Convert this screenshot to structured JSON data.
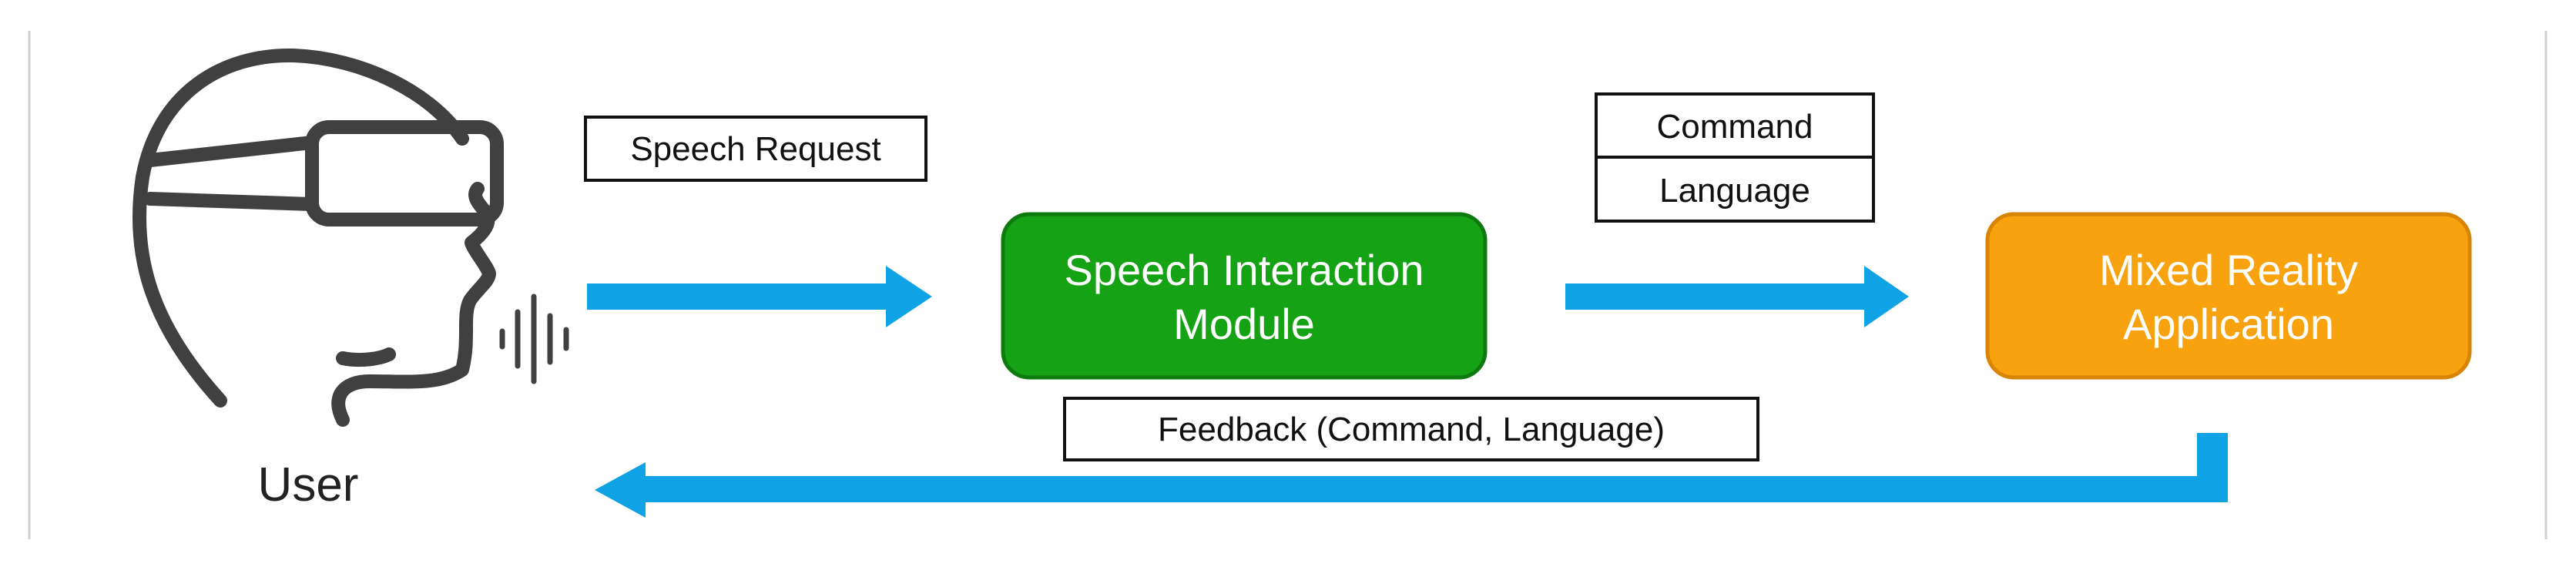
{
  "user": {
    "label": "User"
  },
  "nodes": {
    "speech_module": {
      "line1": "Speech Interaction",
      "line2": "Module"
    },
    "mr_app": {
      "line1": "Mixed Reality",
      "line2": "Application"
    }
  },
  "labels": {
    "speech_request": "Speech Request",
    "command": "Command",
    "language": "Language",
    "feedback": "Feedback (Command, Language)"
  },
  "colors": {
    "speech_module_fill": "#16a215",
    "speech_module_border": "#0d7a0d",
    "mr_app_fill": "#f8a20f",
    "mr_app_border": "#d88405",
    "arrow": "#0fa3e6",
    "head_outline": "#404040"
  },
  "icons": {
    "user": "vr-headset-head-icon",
    "voice": "sound-wave-icon"
  }
}
